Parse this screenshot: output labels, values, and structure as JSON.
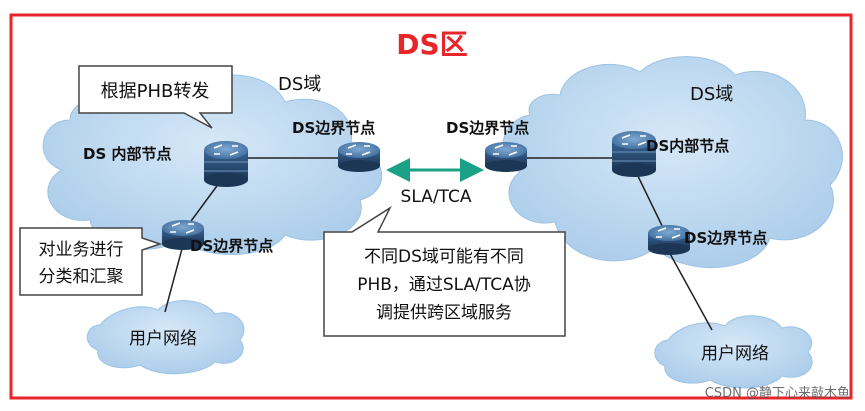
{
  "title": "DS区",
  "left_domain": {
    "label": "DS域",
    "interior_node_label": "DS 内部节点",
    "edge_node_top_label": "DS边界节点",
    "edge_node_bottom_label": "DS边界节点",
    "callout_top": "根据PHB转发",
    "callout_bottom": [
      "对业务进行",
      "分类和汇聚"
    ],
    "user_network": "用户网络"
  },
  "right_domain": {
    "label": "DS域",
    "edge_node_left_label": "DS边界节点",
    "interior_node_label": "DS内部节点",
    "edge_node_bottom_label": "DS边界节点",
    "user_network": "用户网络"
  },
  "link_label": "SLA/TCA",
  "center_callout": [
    "不同DS域可能有不同",
    "PHB，通过SLA/TCA协",
    "调提供跨区域服务"
  ],
  "watermark": "CSDN @静下心来敲木鱼",
  "colors": {
    "frame": "#e8252a",
    "title": "#e8252a",
    "cloud_fill": "#b9d6ee",
    "cloud_edge": "#9cc3e4",
    "router_dark": "#22405f",
    "router_mid": "#4f7fae",
    "link_arrow": "#1aa085"
  }
}
